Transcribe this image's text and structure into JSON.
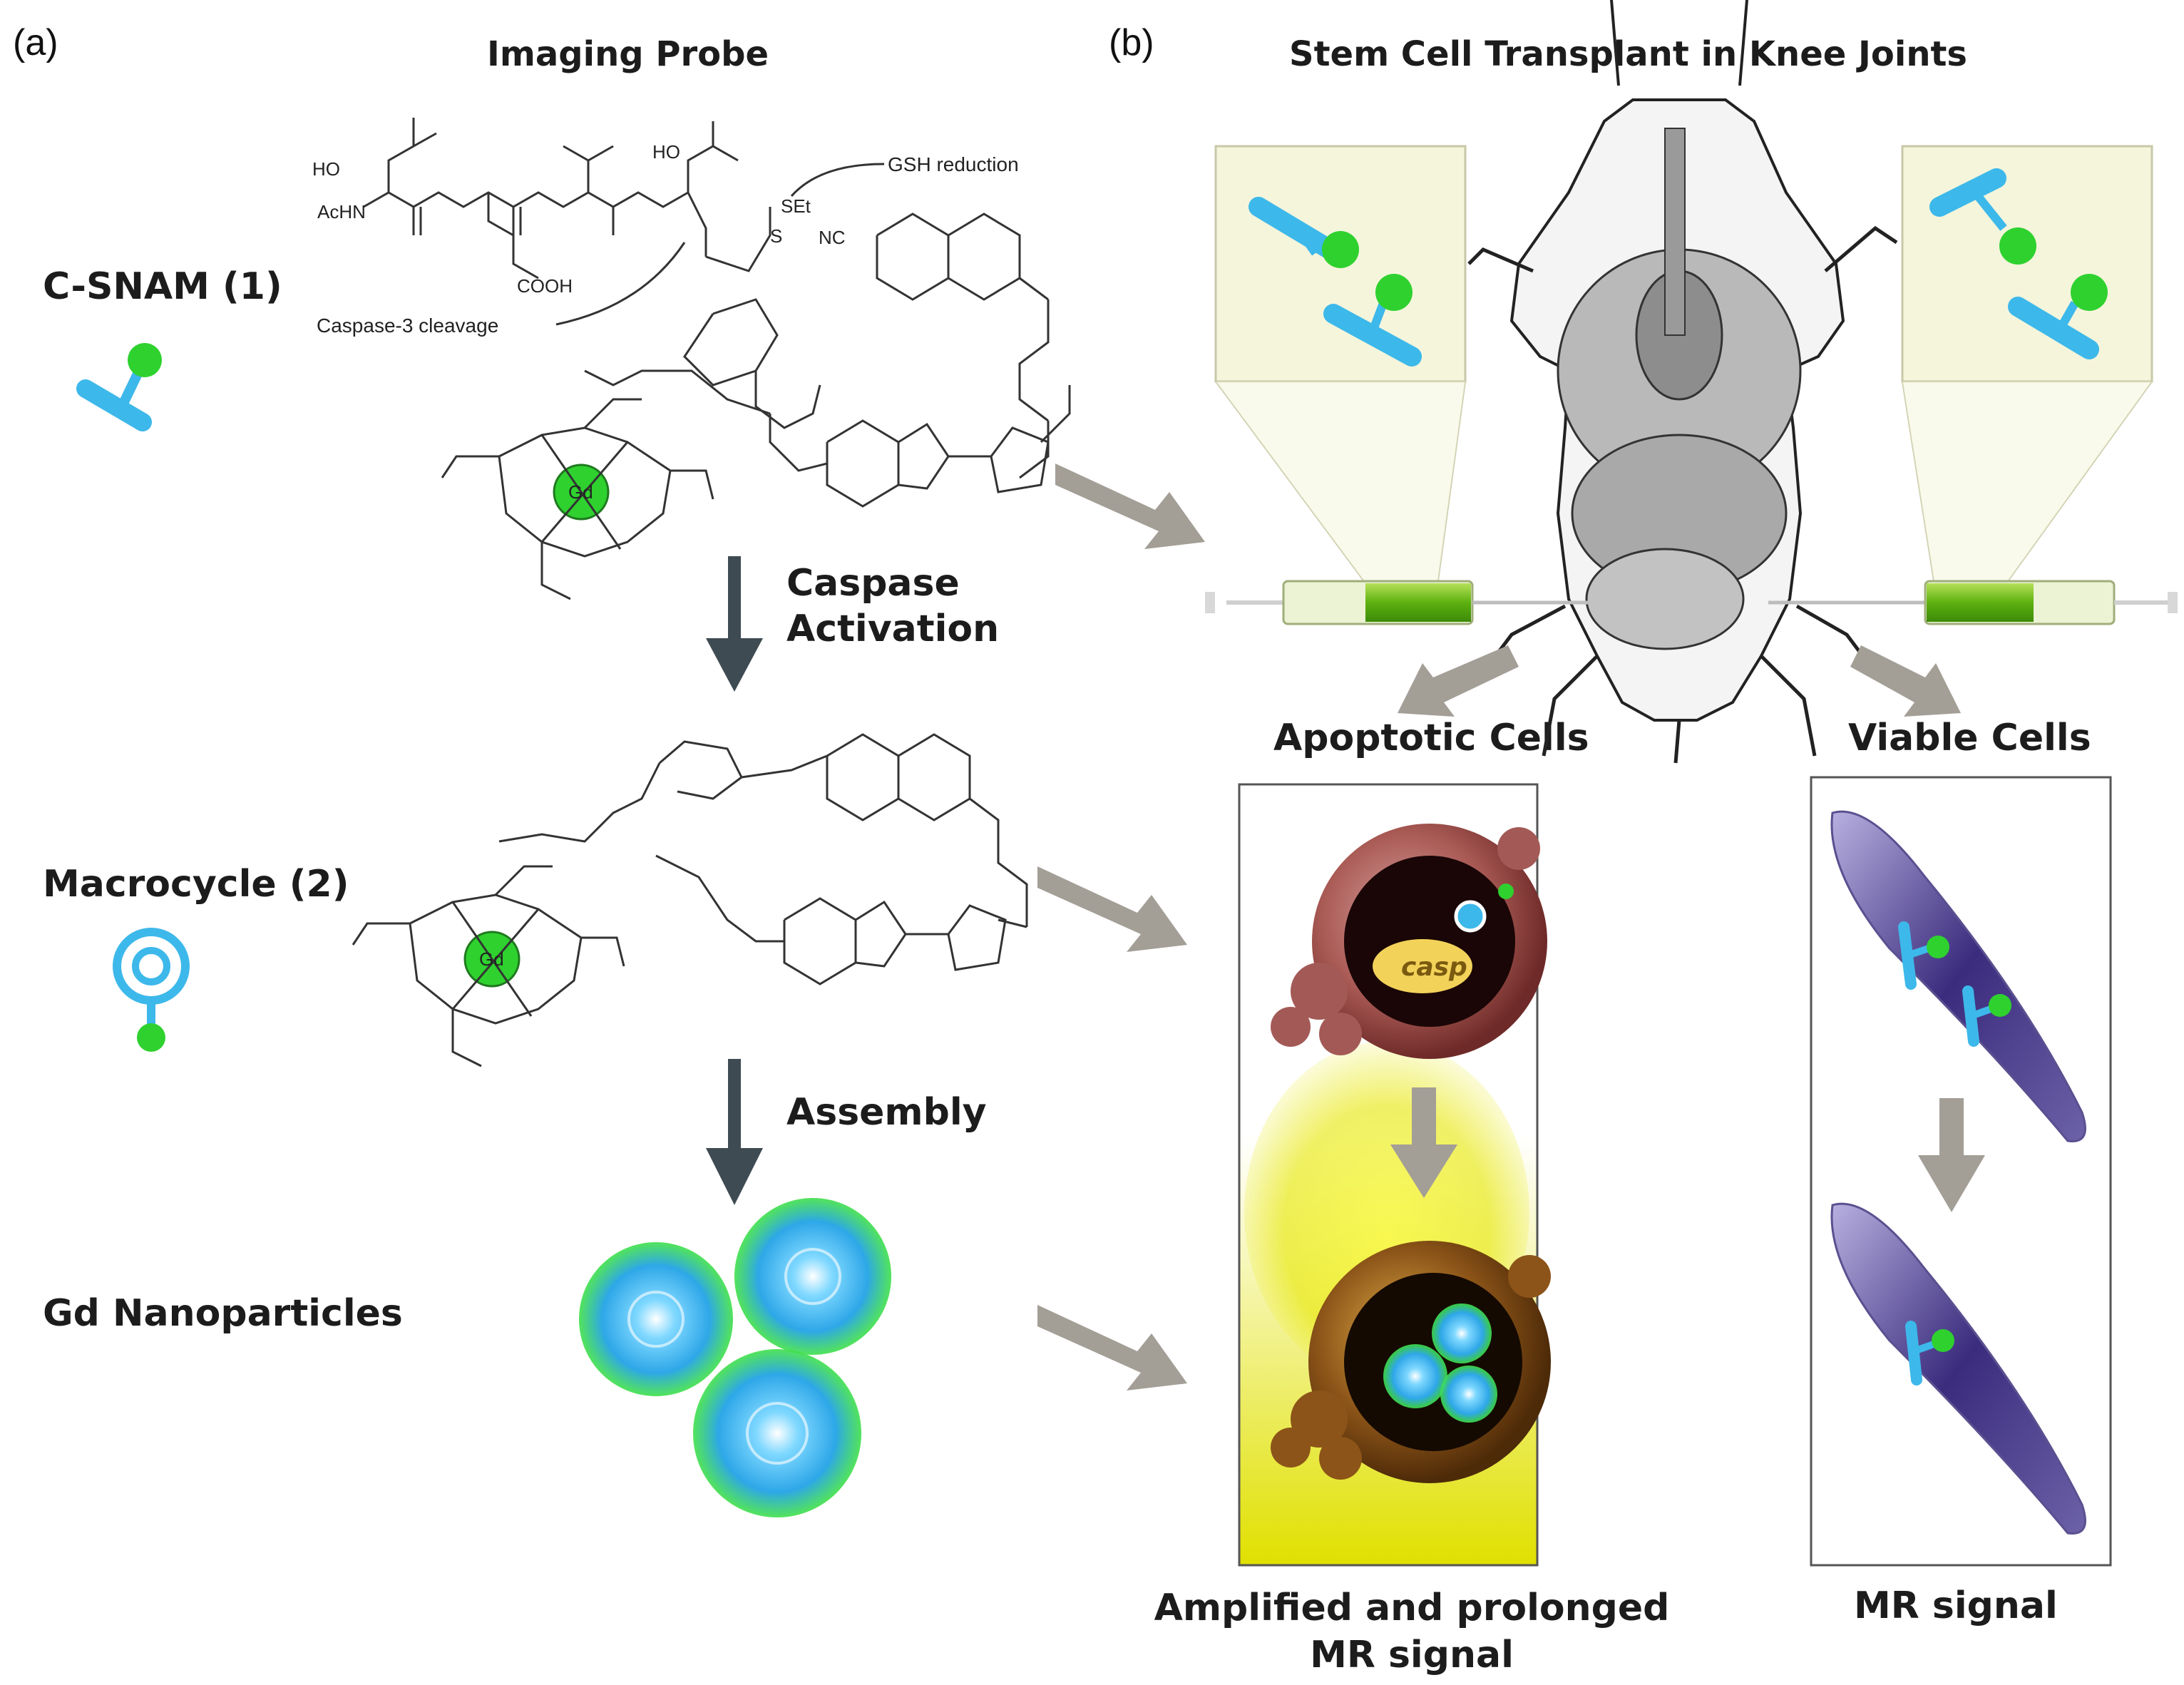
{
  "panel_a": {
    "label": "(a)",
    "heading": "Imaging Probe",
    "probe_name": "C-SNAM (1)",
    "macrocycle_name": "Macrocycle (2)",
    "nanoparticle_name": "Gd Nanoparticles",
    "step1": "Caspase\nActivation",
    "step2": "Assembly",
    "chem_labels": {
      "gsh": "GSH reduction",
      "caspase3": "Caspase-3 cleavage",
      "ho1": "HO",
      "ho2": "HO",
      "acnh": "AcHN",
      "cooh": "COOH",
      "set": "SEt",
      "s": "S",
      "nc": "NC",
      "gd": "Gd",
      "gd2": "Gd"
    }
  },
  "panel_b": {
    "label": "(b)",
    "heading": "Stem Cell Transplant in Knee Joints",
    "apoptotic": "Apoptotic Cells",
    "viable": "Viable Cells",
    "casp": "casp",
    "amplified": "Amplified and prolonged\nMR signal",
    "mr_signal": "MR signal"
  },
  "colors": {
    "probe_blue": "#3db8ea",
    "probe_green": "#2fd12f",
    "arrow_gray": "#a39e96",
    "arrow_dark": "#3f4b52",
    "inset_bg": "#f5f5dc",
    "glow_yellow": "#e8e600"
  }
}
